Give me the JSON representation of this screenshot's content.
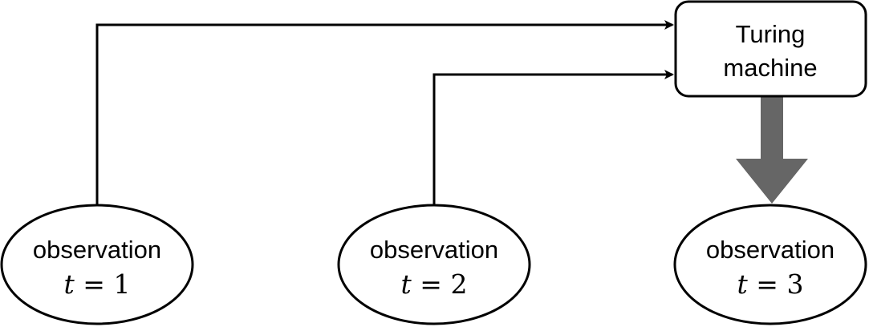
{
  "colors": {
    "stroke": "#000000",
    "big_arrow": "#666666",
    "background": "#ffffff"
  },
  "nodes": {
    "turing_machine": {
      "line1": "Turing",
      "line2": "machine"
    },
    "observation_1": {
      "label": "observation",
      "var": "t",
      "eq": " = ",
      "num": "1"
    },
    "observation_2": {
      "label": "observation",
      "var": "t",
      "eq": " = ",
      "num": "2"
    },
    "observation_3": {
      "label": "observation",
      "var": "t",
      "eq": " = ",
      "num": "3"
    }
  }
}
